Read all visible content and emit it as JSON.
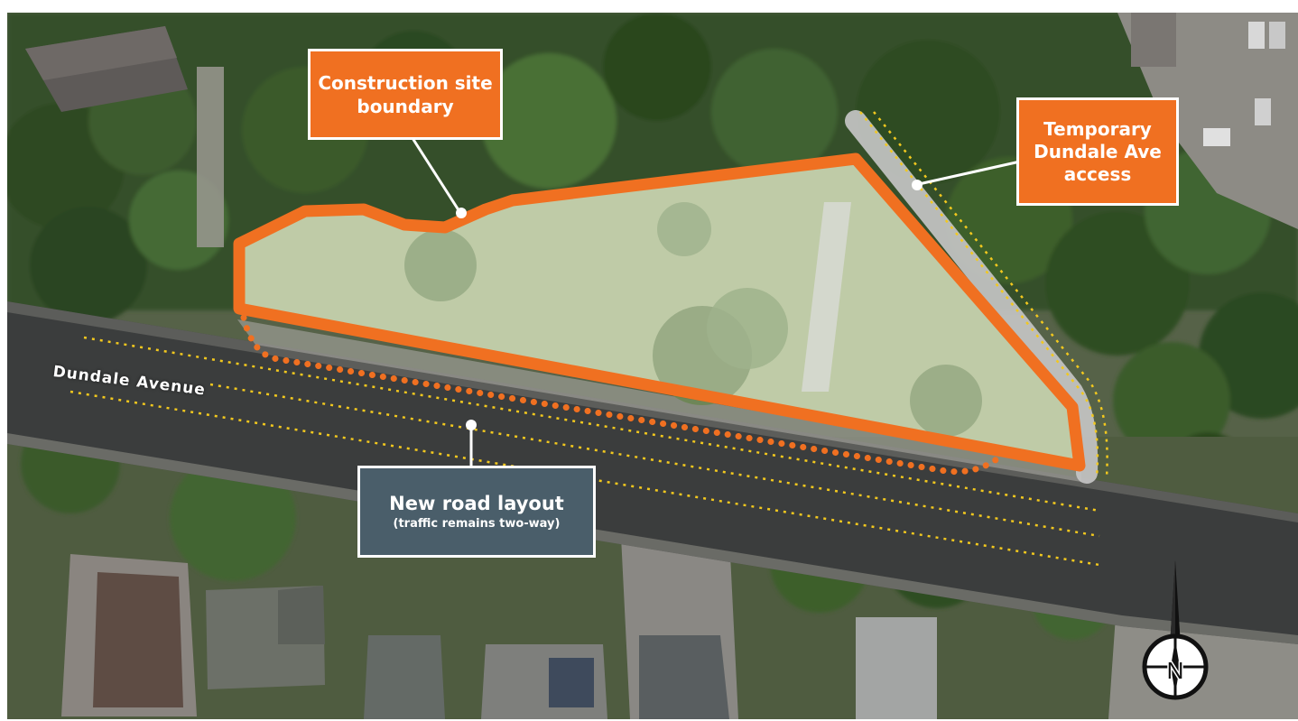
{
  "map": {
    "street_name": "Dundale Avenue",
    "callouts": {
      "boundary": {
        "lines": [
          "Construction site",
          "boundary"
        ]
      },
      "access": {
        "lines": [
          "Temporary",
          "Dundale Ave",
          "access"
        ]
      },
      "road": {
        "title": "New road layout",
        "subtitle": "(traffic remains two-way)"
      }
    },
    "north_arrow": {
      "label": "N"
    },
    "colors": {
      "accent": "#f07021",
      "slate": "#4a5e6a",
      "guide_line": "#f2c81e",
      "grass": "#a7b886",
      "road": "#3b3d3d",
      "trees": "#2e4a22"
    },
    "legend_features": {
      "site_boundary": "orange outline",
      "temporary_access": "grey path",
      "new_road_layout": "orange dotted edge",
      "road_lanes": "yellow dotted lines"
    }
  }
}
